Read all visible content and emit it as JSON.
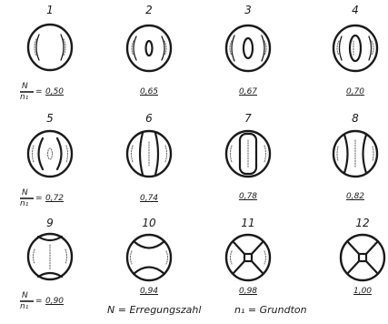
{
  "figures": [
    {
      "number": "1",
      "value": "0,50"
    },
    {
      "number": "2",
      "value": "0,65"
    },
    {
      "number": "3",
      "value": "0,67"
    },
    {
      "number": "4",
      "value": "0,70"
    },
    {
      "number": "5",
      "value": "0,72"
    },
    {
      "number": "6",
      "value": "0,74"
    },
    {
      "number": "7",
      "value": "0,78"
    },
    {
      "number": "8",
      "value": "0,82"
    },
    {
      "number": "9",
      "value": "0,90"
    },
    {
      "number": "10",
      "value": "0,94"
    },
    {
      "number": "11",
      "value": "0,98"
    },
    {
      "number": "12",
      "value": "1,00"
    }
  ],
  "ratio_label": {
    "numerator": "N",
    "denominator": "n₁",
    "equals": "="
  },
  "legend": {
    "excitation": "N = Erregungszahl",
    "fundamental": "n₁ = Grundton"
  }
}
